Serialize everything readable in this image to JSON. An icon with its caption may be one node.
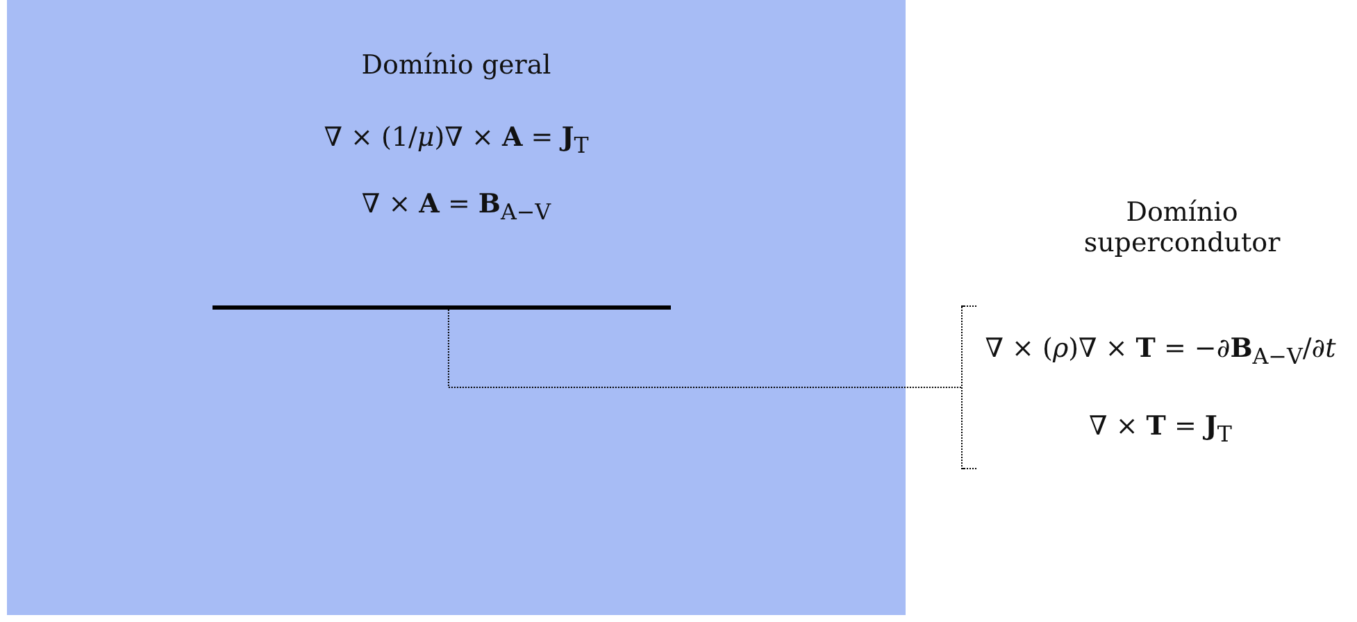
{
  "diagram": {
    "nodes": [
      {
        "text": [
          "Domínio geral",
          "∇ × (1/*μ*)∇ × **A** = **J**$_{T}$",
          "∇ × **A** = **B**$_{A−V}$"
        ]
      },
      {
        "text": [],
        "shape": "bar",
        "in": 0
      },
      {
        "text": [
          "Domínio supercondutor",
          "∇ × (*ρ*)∇ × **T** = −∂**B**$_{A−V}$/∂*t*",
          "∇ × **T** = **J**$_{T}$"
        ]
      }
    ],
    "edges": [
      {
        "from": 1,
        "to": 2,
        "arrow": "none",
        "style": "dashed"
      }
    ]
  }
}
